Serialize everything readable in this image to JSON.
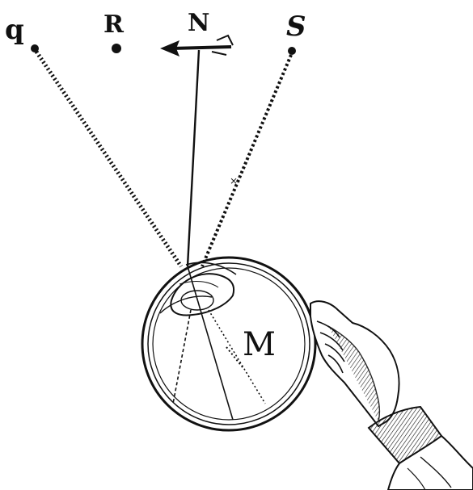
{
  "labels": {
    "q": "q",
    "R": "R",
    "N": "N",
    "S": "S",
    "M": "M"
  },
  "colors": {
    "ink": "#111111",
    "paper": "#ffffff"
  }
}
